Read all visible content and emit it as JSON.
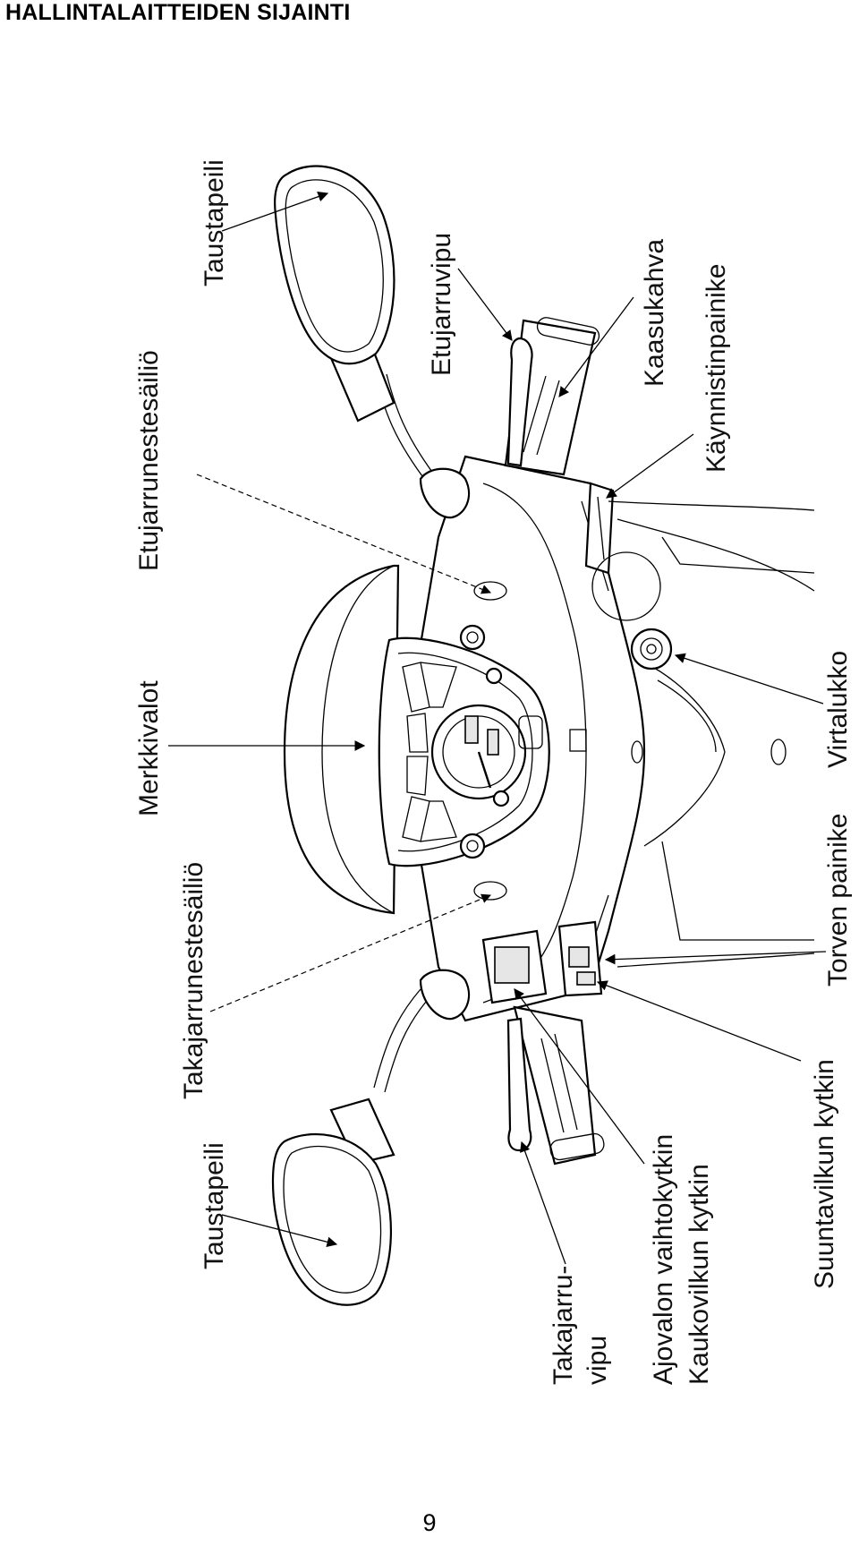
{
  "page": {
    "title": "HALLINTALAITTEIDEN SIJAINTI",
    "page_number": "9"
  },
  "labels": {
    "taustapeili_right": "Taustapeili",
    "etujarruvipu": "Etujarruvipu",
    "etujarrunestesailio": "Etujarrunestesäiliö",
    "kaasukahva": "Kaasukahva",
    "kaynnistinpainike": "Käynnistinpainike",
    "merkkivalot": "Merkkivalot",
    "virtalukko": "Virtalukko",
    "takajarrunestesailio": "Takajarrunestesäiliö",
    "torven_painike": "Torven painike",
    "taustapeili_left": "Taustapeili",
    "takajarru_line1": "Takajarru-",
    "takajarru_line2": "vipu",
    "ajovalon_vaihtokytkin": "Ajovalon vaihtokytkin",
    "kaukovilkun_kytkin": "Kaukovilkun kytkin",
    "suuntavilkun_kytkin": "Suuntavilkun kytkin"
  }
}
